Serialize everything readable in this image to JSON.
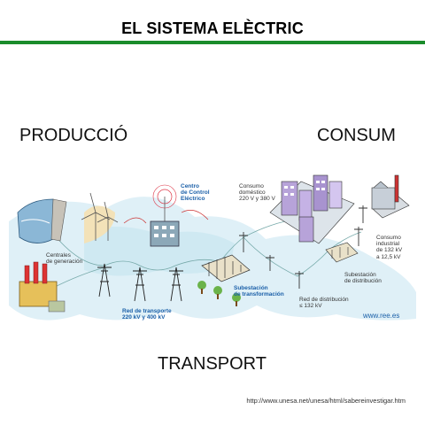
{
  "title": "EL SISTEMA ELÈCTRIC",
  "sections": {
    "production": "PRODUCCIÓ",
    "consumption": "CONSUM",
    "transport": "TRANSPORT"
  },
  "labels": {
    "centrales": "Centrales\nde generación",
    "control": "Centro\nde Control\nEléctrico",
    "domestic": "Consumo\ndoméstico\n220 V y 380 V",
    "industrial": "Consumo\nindustrial\nde 132 kV\na 12,5 kV",
    "substation_dist": "Subestación\nde distribución",
    "red_dist": "Red de distribución\n≤ 132 kV",
    "substation_trans": "Subestación\nde transformación",
    "red_transport": "Red de transporte\n220 kV y 400 kV"
  },
  "brand": "www.ree.es",
  "source_url": "http://www.unesa.net/unesa/html/sabereinvestigar.htm",
  "colors": {
    "accent_green": "#1a8c2b",
    "label_blue": "#1a5fa8"
  }
}
